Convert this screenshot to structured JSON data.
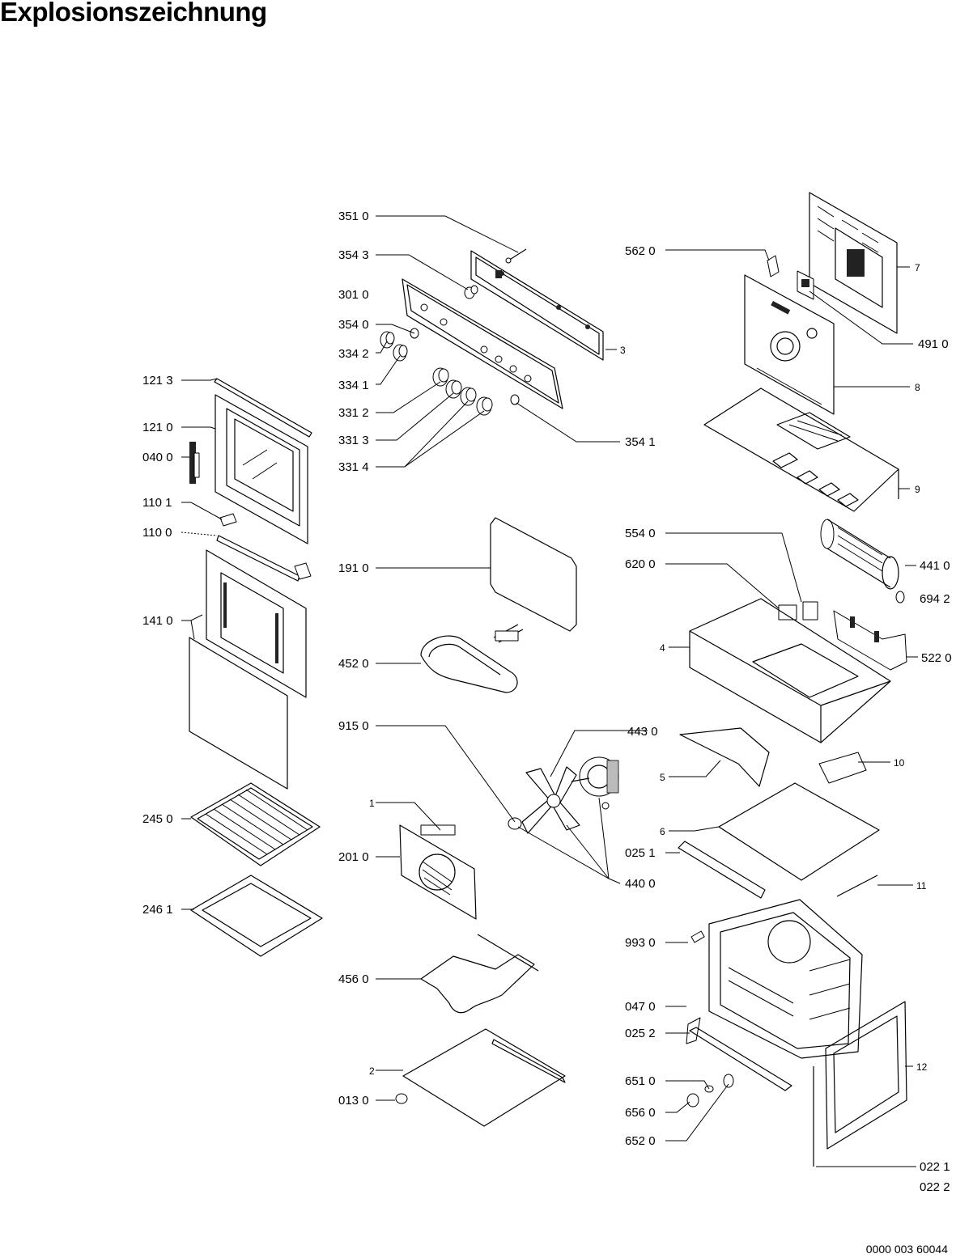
{
  "title": "Explosionszeichnung",
  "document_number": "0000 003 60044",
  "callouts": [
    {
      "id": "c3510",
      "label": "351 0"
    },
    {
      "id": "c3543",
      "label": "354 3"
    },
    {
      "id": "c3010",
      "label": "301 0"
    },
    {
      "id": "c3540",
      "label": "354 0"
    },
    {
      "id": "c3342",
      "label": "334 2"
    },
    {
      "id": "c3341",
      "label": "334 1"
    },
    {
      "id": "c3312",
      "label": "331 2"
    },
    {
      "id": "c3313",
      "label": "331 3"
    },
    {
      "id": "c3314",
      "label": "331 4"
    },
    {
      "id": "c3",
      "label": "3"
    },
    {
      "id": "c3541",
      "label": "354 1"
    },
    {
      "id": "c5620",
      "label": "562 0"
    },
    {
      "id": "c7",
      "label": "7"
    },
    {
      "id": "c4910",
      "label": "491 0"
    },
    {
      "id": "c8",
      "label": "8"
    },
    {
      "id": "c9",
      "label": "9"
    },
    {
      "id": "c1213",
      "label": "121 3"
    },
    {
      "id": "c1210",
      "label": "121 0"
    },
    {
      "id": "c0400",
      "label": "040 0"
    },
    {
      "id": "c1101",
      "label": "110 1"
    },
    {
      "id": "c1100",
      "label": "110 0"
    },
    {
      "id": "c1410",
      "label": "141 0"
    },
    {
      "id": "c1910",
      "label": "191 0"
    },
    {
      "id": "c4520",
      "label": "452 0"
    },
    {
      "id": "c5540",
      "label": "554 0"
    },
    {
      "id": "c6200",
      "label": "620 0"
    },
    {
      "id": "c4410",
      "label": "441 0"
    },
    {
      "id": "c6942",
      "label": "694 2"
    },
    {
      "id": "c4",
      "label": "4"
    },
    {
      "id": "c5220",
      "label": "522 0"
    },
    {
      "id": "c9150",
      "label": "915 0"
    },
    {
      "id": "c4430",
      "label": "443 0"
    },
    {
      "id": "c5",
      "label": "5"
    },
    {
      "id": "c10",
      "label": "10"
    },
    {
      "id": "c6",
      "label": "6"
    },
    {
      "id": "c2450",
      "label": "245 0"
    },
    {
      "id": "c1",
      "label": "1"
    },
    {
      "id": "c2010",
      "label": "201 0"
    },
    {
      "id": "c0251",
      "label": "025 1"
    },
    {
      "id": "c4400",
      "label": "440 0"
    },
    {
      "id": "c11",
      "label": "11"
    },
    {
      "id": "c2461",
      "label": "246 1"
    },
    {
      "id": "c9930",
      "label": "993 0"
    },
    {
      "id": "c4560",
      "label": "456 0"
    },
    {
      "id": "c0470",
      "label": "047 0"
    },
    {
      "id": "c0252",
      "label": "025 2"
    },
    {
      "id": "c2",
      "label": "2"
    },
    {
      "id": "c12",
      "label": "12"
    },
    {
      "id": "c6510",
      "label": "651 0"
    },
    {
      "id": "c0130",
      "label": "013 0"
    },
    {
      "id": "c6560",
      "label": "656 0"
    },
    {
      "id": "c6520",
      "label": "652 0"
    },
    {
      "id": "c0221",
      "label": "022 1"
    },
    {
      "id": "c0222",
      "label": "022 2"
    }
  ]
}
